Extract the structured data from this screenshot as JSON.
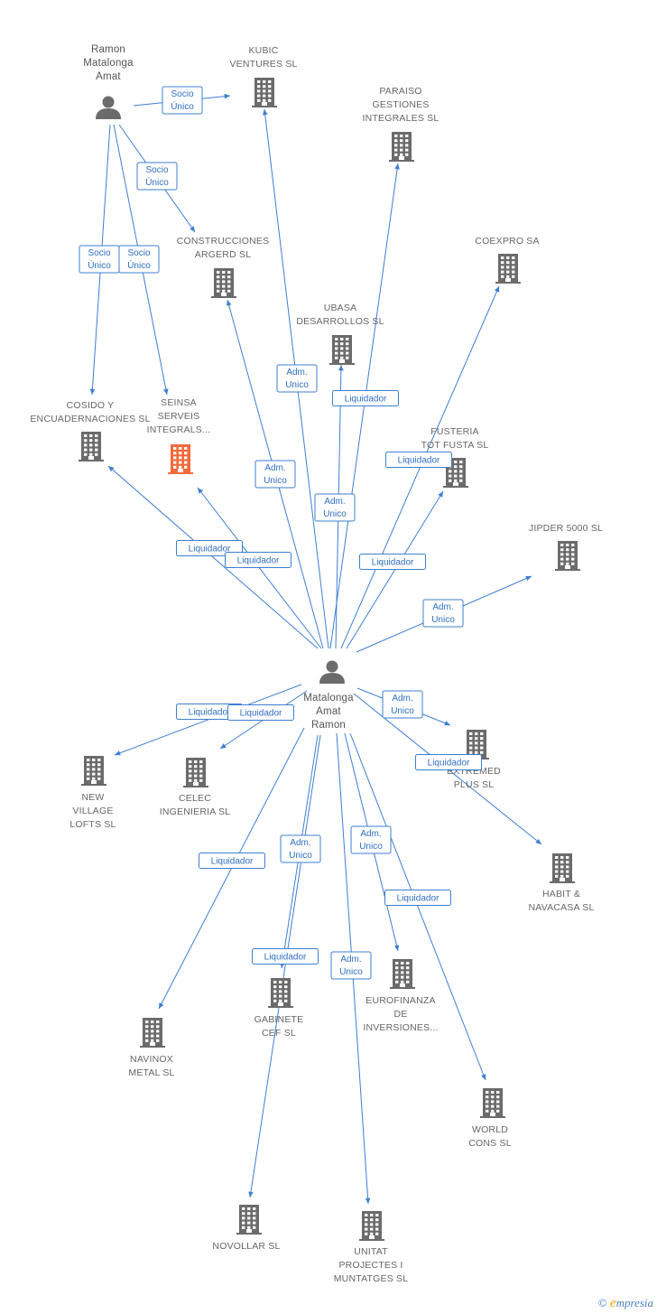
{
  "colors": {
    "edge": "#3d7fd1",
    "building": "#6b6b6b",
    "highlight": "#f26a3c",
    "person": "#6b6b6b"
  },
  "nodes": [
    {
      "id": "ramon",
      "kind": "person",
      "lines": [
        "Ramon",
        "Matalonga",
        "Amat"
      ]
    },
    {
      "id": "matalonga",
      "kind": "person",
      "lines": [
        "Matalonga",
        "Amat",
        "Ramon"
      ]
    },
    {
      "id": "kubic",
      "kind": "company",
      "lines": [
        "KUBIC",
        "VENTURES SL"
      ]
    },
    {
      "id": "paraiso",
      "kind": "company",
      "lines": [
        "PARAISO",
        "GESTIONES",
        "INTEGRALES SL"
      ]
    },
    {
      "id": "construcciones",
      "kind": "company",
      "lines": [
        "CONSTRUCCIONES",
        "ARGERD SL"
      ]
    },
    {
      "id": "coexpro",
      "kind": "company",
      "lines": [
        "COEXPRO SA"
      ]
    },
    {
      "id": "ubasa",
      "kind": "company",
      "lines": [
        "UBASA",
        "DESARROLLOS SL"
      ]
    },
    {
      "id": "cosido",
      "kind": "company",
      "lines": [
        "COSIDO Y",
        "ENCUADERNACIONES SL"
      ]
    },
    {
      "id": "seinsa",
      "kind": "company",
      "highlight": true,
      "lines": [
        "SEINSA",
        "SERVEIS",
        "INTEGRALS..."
      ]
    },
    {
      "id": "fusteria",
      "kind": "company",
      "lines": [
        "FUSTERIA",
        "TOT FUSTA SL"
      ]
    },
    {
      "id": "jipder",
      "kind": "company",
      "lines": [
        "JIPDER 5000 SL"
      ]
    },
    {
      "id": "newvillage",
      "kind": "company",
      "lines": [
        "NEW",
        "VILLAGE",
        "LOFTS SL"
      ]
    },
    {
      "id": "celec",
      "kind": "company",
      "lines": [
        "CELEC",
        "INGENIERIA SL"
      ]
    },
    {
      "id": "extremed",
      "kind": "company",
      "lines": [
        "EXTREMED",
        "PLUS SL"
      ]
    },
    {
      "id": "habit",
      "kind": "company",
      "lines": [
        "HABIT &",
        "NAVACASA SL"
      ]
    },
    {
      "id": "eurofinanza",
      "kind": "company",
      "lines": [
        "EUROFINANZA",
        "DE",
        "INVERSIONES..."
      ]
    },
    {
      "id": "gabinete",
      "kind": "company",
      "lines": [
        "GABINETE",
        "CEF SL"
      ]
    },
    {
      "id": "navinox",
      "kind": "company",
      "lines": [
        "NAVINOX",
        "METAL SL"
      ]
    },
    {
      "id": "world",
      "kind": "company",
      "lines": [
        "WORLD",
        "CONS SL"
      ]
    },
    {
      "id": "novollar",
      "kind": "company",
      "lines": [
        "NOVOLLAR SL"
      ]
    },
    {
      "id": "unitat",
      "kind": "company",
      "lines": [
        "UNITAT",
        "PROJECTES I",
        "MUNTATGES SL"
      ]
    }
  ],
  "edges": [
    {
      "from": "ramon",
      "to": "kubic",
      "label": [
        "Socio",
        "Único"
      ]
    },
    {
      "from": "ramon",
      "to": "construcciones",
      "label": [
        "Socio",
        "Único"
      ]
    },
    {
      "from": "ramon",
      "to": "cosido",
      "label": [
        "Socio",
        "Único"
      ]
    },
    {
      "from": "ramon",
      "to": "seinsa",
      "label": [
        "Socio",
        "Único"
      ]
    },
    {
      "from": "matalonga",
      "to": "kubic",
      "label": [
        "Adm.",
        "Unico"
      ]
    },
    {
      "from": "matalonga",
      "to": "paraiso",
      "label": [
        "Liquidador"
      ]
    },
    {
      "from": "matalonga",
      "to": "construcciones",
      "label": [
        "Adm.",
        "Unico"
      ]
    },
    {
      "from": "matalonga",
      "to": "ubasa",
      "label": [
        "Adm.",
        "Unico"
      ]
    },
    {
      "from": "matalonga",
      "to": "coexpro",
      "label": [
        "Liquidador"
      ]
    },
    {
      "from": "matalonga",
      "to": "fusteria",
      "label": [
        "Liquidador"
      ]
    },
    {
      "from": "matalonga",
      "to": "cosido",
      "label": [
        "Liquidador"
      ]
    },
    {
      "from": "matalonga",
      "to": "seinsa",
      "label": [
        "Liquidador"
      ]
    },
    {
      "from": "matalonga",
      "to": "jipder",
      "label": [
        "Adm.",
        "Unico"
      ]
    },
    {
      "from": "matalonga",
      "to": "newvillage",
      "label": [
        "Liquidador"
      ]
    },
    {
      "from": "matalonga",
      "to": "celec",
      "label": [
        "Liquidador"
      ]
    },
    {
      "from": "matalonga",
      "to": "extremed",
      "label": [
        "Adm.",
        "Unico"
      ]
    },
    {
      "from": "matalonga",
      "to": "habit",
      "label": [
        "Liquidador"
      ]
    },
    {
      "from": "matalonga",
      "to": "navinox",
      "label": [
        "Liquidador"
      ]
    },
    {
      "from": "matalonga",
      "to": "gabinete",
      "label": [
        "Adm.",
        "Unico"
      ]
    },
    {
      "from": "matalonga",
      "to": "novollar",
      "label": [
        "Liquidador"
      ]
    },
    {
      "from": "matalonga",
      "to": "eurofinanza",
      "label": [
        "Adm.",
        "Unico"
      ]
    },
    {
      "from": "matalonga",
      "to": "world",
      "label": [
        "Liquidador"
      ]
    },
    {
      "from": "matalonga",
      "to": "unitat",
      "label": [
        "Adm.",
        "Unico"
      ]
    }
  ],
  "footer": {
    "copyright": "©",
    "brand_initial": "e",
    "brand_rest": "mpresia"
  }
}
